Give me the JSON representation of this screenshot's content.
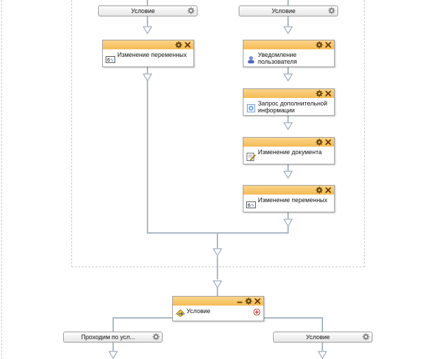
{
  "top_conditions": [
    {
      "label": "Условие"
    },
    {
      "label": "Условие"
    }
  ],
  "left_branch": [
    {
      "title": "Изменение переменных",
      "icon": "variables-icon"
    }
  ],
  "right_branch": [
    {
      "title": "Уведомление пользователя",
      "icon": "notify-user-icon"
    },
    {
      "title": "Запрос дополнительной информации",
      "icon": "info-request-icon"
    },
    {
      "title": "Изменение документа",
      "icon": "edit-document-icon"
    },
    {
      "title": "Изменение переменных",
      "icon": "variables-icon"
    }
  ],
  "condition_block": {
    "title": "Условие",
    "icon": "condition-icon"
  },
  "bottom_conditions": [
    {
      "label": "Проходим по усл..."
    },
    {
      "label": "Условие"
    }
  ],
  "colors": {
    "header": "#f5bb54",
    "connector": "#a9b7c6",
    "dashed_border": "#c8c8c8"
  }
}
